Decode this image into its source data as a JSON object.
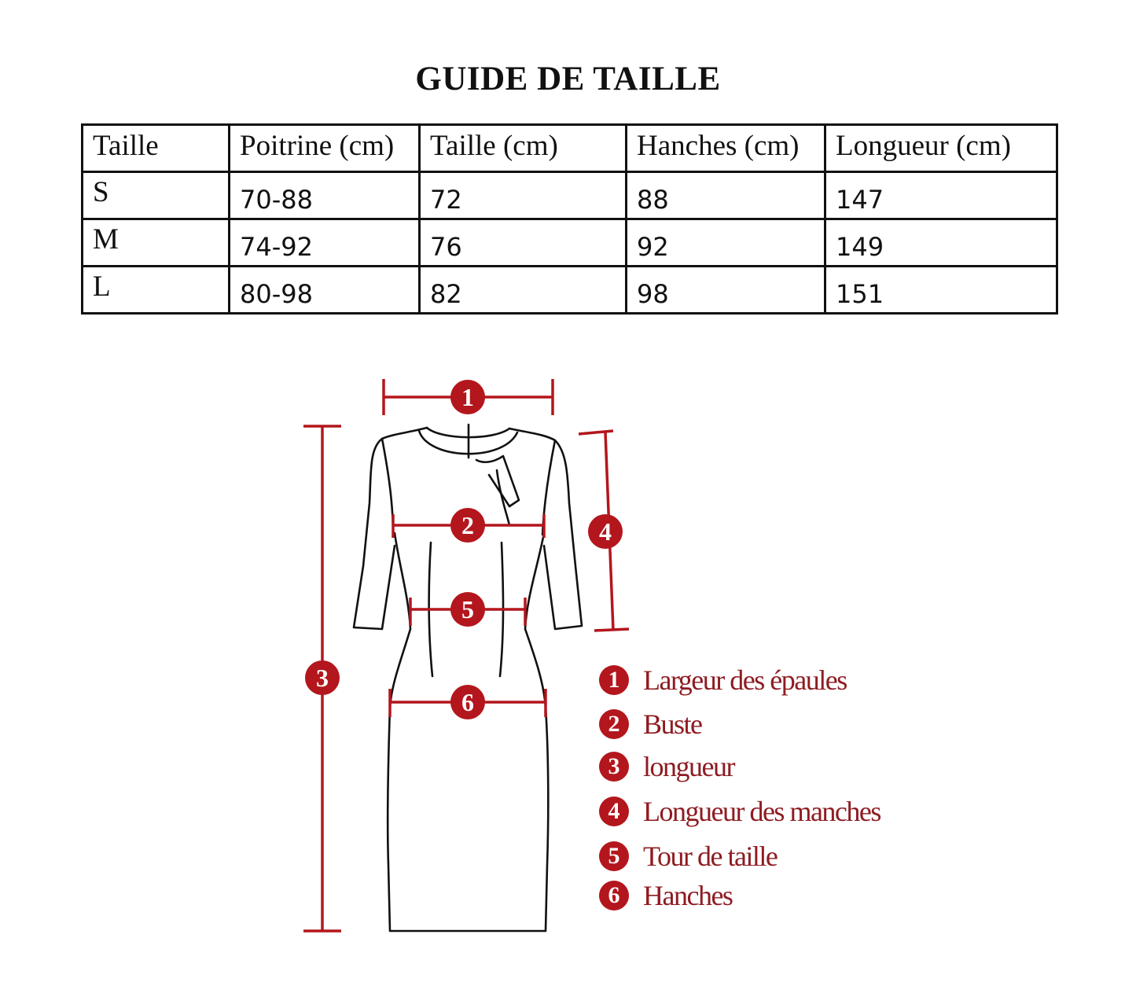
{
  "title": "GUIDE DE TAILLE",
  "table": {
    "headers": [
      "Taille",
      "Poitrine (cm)",
      "Taille (cm)",
      "Hanches (cm)",
      "Longueur (cm)"
    ],
    "rows": [
      [
        "S",
        "70-88",
        "72",
        "88",
        "147"
      ],
      [
        "M",
        "74-92",
        "76",
        "92",
        "149"
      ],
      [
        "L",
        "80-98",
        "82",
        "98",
        "151"
      ]
    ]
  },
  "diagram": {
    "markers": [
      "1",
      "2",
      "3",
      "4",
      "5",
      "6"
    ]
  },
  "legend": [
    {
      "num": "1",
      "label": "Largeur des épaules"
    },
    {
      "num": "2",
      "label": "Buste"
    },
    {
      "num": "3",
      "label": "longueur"
    },
    {
      "num": "4",
      "label": "Longueur des manches"
    },
    {
      "num": "5",
      "label": "Tour de taille"
    },
    {
      "num": "6",
      "label": "Hanches"
    }
  ],
  "colors": {
    "accent_red": "#b3161c",
    "legend_text": "#8e1c22",
    "line": "#111111"
  }
}
